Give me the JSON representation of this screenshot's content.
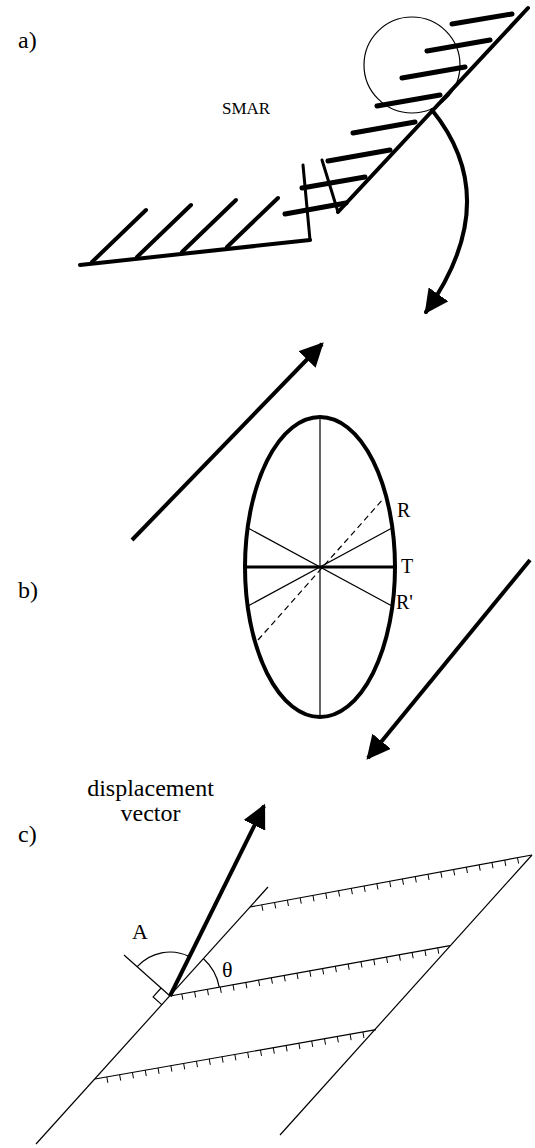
{
  "diagram": {
    "labels": [
      "a)",
      "SMAR",
      "b)",
      "R",
      "T",
      "R'",
      "c)",
      "displacement vector",
      "A",
      "θ"
    ]
  }
}
